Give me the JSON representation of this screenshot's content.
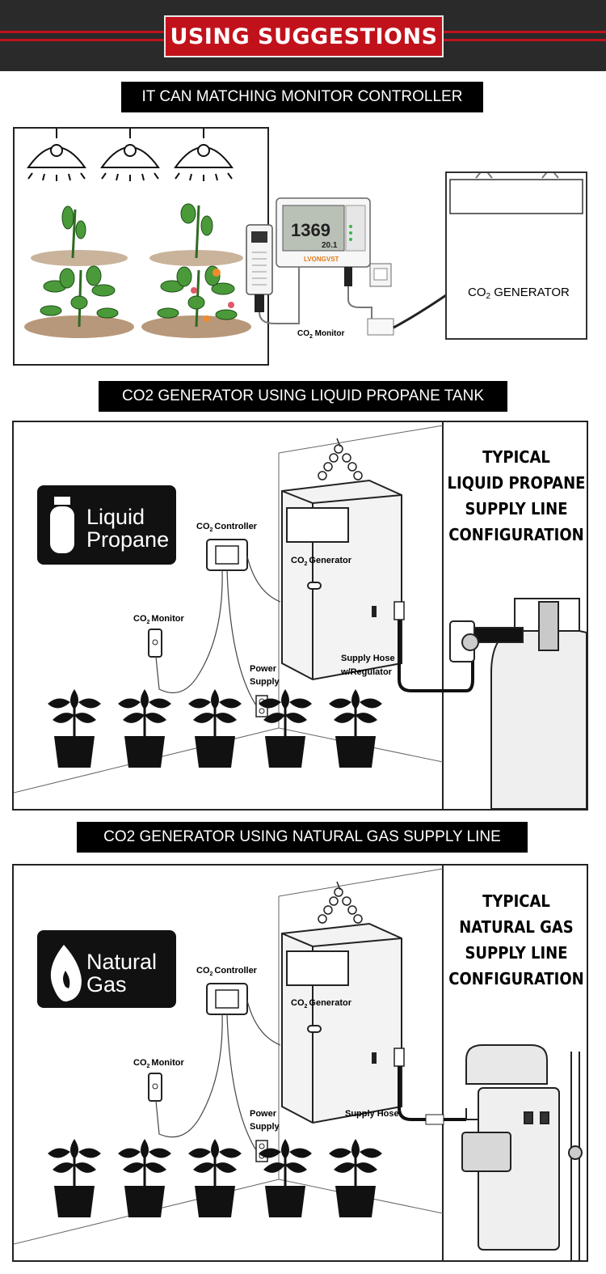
{
  "header": {
    "title": "USING SUGGESTIONS"
  },
  "sections": [
    {
      "label": "IT CAN MATCHING MONITOR CONTROLLER",
      "display": {
        "reading": "1369",
        "reading_small": "20.1",
        "brand": "LVONGVST"
      },
      "monitor_caption": "CO",
      "monitor_caption_sub": "2",
      "monitor_caption_rest": " Monitor",
      "generator_label_a": "CO",
      "generator_label_sub": "2",
      "generator_label_b": " GENERATOR"
    },
    {
      "label": "CO2 GENERATOR USING LIQUID PROPANE TANK",
      "badge_line1": "Liquid",
      "badge_line2": "Propane",
      "controller": "Controller",
      "generator": "Generator",
      "monitor": "Monitor",
      "co": "CO",
      "sub": "2",
      "power_1": "Power",
      "power_2": "Supply",
      "hose_1": "Supply Hose",
      "hose_2": "w/Regulator",
      "typical": [
        "TYPICAL",
        "LIQUID PROPANE",
        "SUPPLY LINE",
        "CONFIGURATION"
      ]
    },
    {
      "label": "CO2 GENERATOR USING NATURAL GAS SUPPLY LINE",
      "badge_line1": "Natural",
      "badge_line2": "Gas",
      "controller": "Controller",
      "generator": "Generator",
      "monitor": "Monitor",
      "co": "CO",
      "sub": "2",
      "power_1": "Power",
      "power_2": "Supply",
      "hose_1": "Supply Hose",
      "typical": [
        "TYPICAL",
        "NATURAL GAS",
        "SUPPLY LINE",
        "CONFIGURATION"
      ]
    }
  ],
  "colors": {
    "banner": "#2a2a2a",
    "accent": "#c1121c",
    "label_bg": "#000000"
  }
}
